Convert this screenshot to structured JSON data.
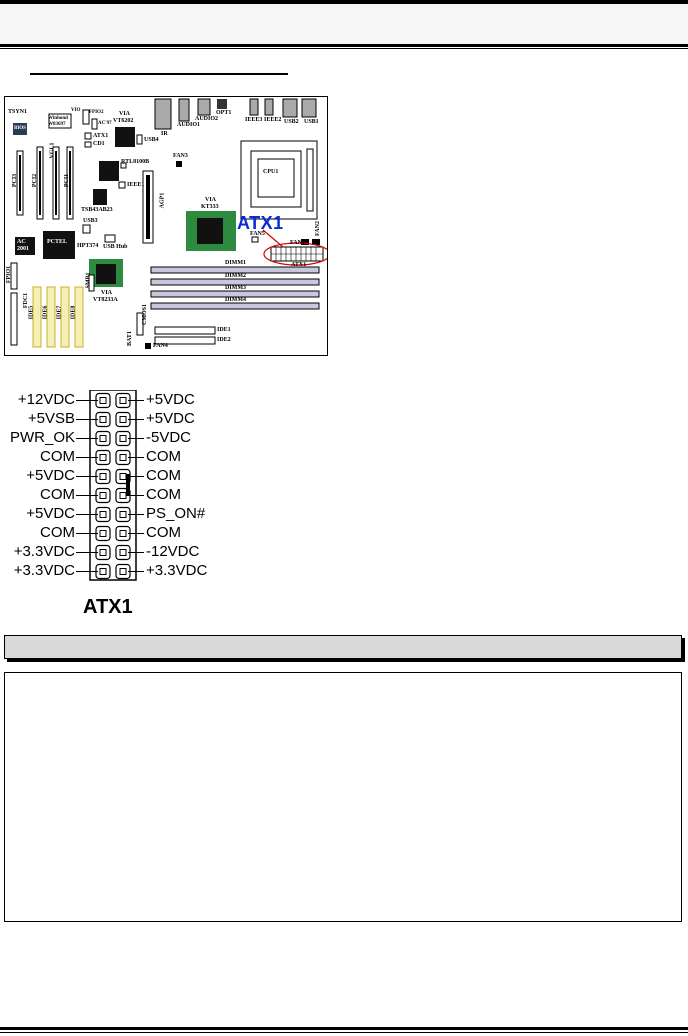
{
  "board": {
    "labels": {
      "tsyn1": "TSYN1",
      "winbond": "Winbond",
      "w83697": "W83697",
      "bios": "BIOS",
      "vio": "VIO",
      "fpio2": "FPIO2",
      "ac97": "AC'97",
      "atx1": "ATX1",
      "cd1": "CD1",
      "vgl1": "VGL1",
      "via": "VIA",
      "vt6202": "VT6202",
      "usb4": "USB4",
      "usb3": "USB3",
      "rtl8100b": "RTL8100B",
      "ieee1": "IEEE1",
      "tsb43ab23": "TSB43AB23",
      "fan3": "FAN3",
      "agp1": "AGP1",
      "pci1": "PCI1",
      "pci2": "PCI2",
      "pci3": "PCI3",
      "kt333": "KT333",
      "cpu1": "CPU1",
      "fan5": "FAN5",
      "fan1": "FAN1",
      "fan2": "FAN2",
      "via_chip": "VIA",
      "audio1": "AUDIO1",
      "audio2": "AUDIO2",
      "opt1": "OPT1",
      "ieee3": "IEEE3",
      "ieee2": "IEEE2",
      "usb2": "USB2",
      "usb1": "USB1",
      "ir": "IR",
      "dimm1": "DIMM1",
      "dimm2": "DIMM2",
      "dimm3": "DIMM3",
      "dimm4": "DIMM4",
      "hpt374": "HPT374",
      "usb_hub": "USB Hub",
      "ac2001": "AC 2001",
      "pctel": "PCTEL",
      "fpio1": "FPIO1",
      "fdc1": "FDC1",
      "ide5": "IDE5",
      "ide6": "IDE6",
      "ide7": "IDE7",
      "ide8": "IDE8",
      "smb1": "SMB1",
      "vt8233a": "VT8233A",
      "via_sb": "VIA",
      "bat1": "BAT1",
      "cmos1": "CMOS1",
      "fan4": "FAN4",
      "ide1": "IDE1",
      "ide2": "IDE2"
    },
    "callout": "ATX1"
  },
  "pinout": {
    "left": [
      "+12VDC",
      "+5VSB",
      "PWR_OK",
      "COM",
      "+5VDC",
      "COM",
      "+5VDC",
      "COM",
      "+3.3VDC",
      "+3.3VDC"
    ],
    "right": [
      "+5VDC",
      "+5VDC",
      "-5VDC",
      "COM",
      "COM",
      "COM",
      "PS_ON#",
      "COM",
      "-12VDC",
      "+3.3VDC"
    ],
    "title": "ATX1"
  }
}
